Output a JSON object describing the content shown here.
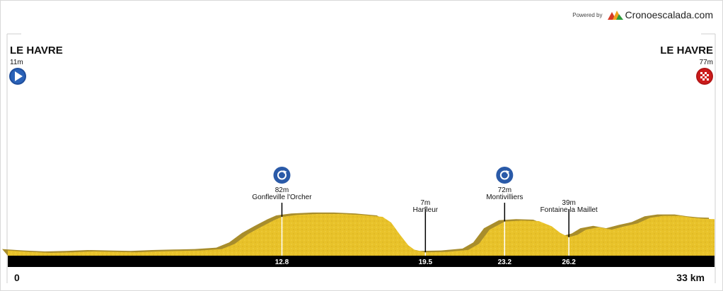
{
  "powered": {
    "text": "Powered by",
    "brand": "Cronoescalada.com"
  },
  "chart_data": {
    "type": "area",
    "xlim": [
      0,
      33
    ],
    "ylim": [
      0,
      450
    ],
    "x_unit": "km",
    "start": {
      "name": "LE HAVRE",
      "alt": "11m",
      "icon": "start-arrow-icon"
    },
    "finish": {
      "name": "LE HAVRE",
      "alt": "77m",
      "icon": "checkered-flag-icon"
    },
    "x_labels": {
      "start": "0",
      "end": "33 km"
    },
    "profile": [
      [
        0,
        11
      ],
      [
        1,
        8
      ],
      [
        2,
        6
      ],
      [
        3,
        7
      ],
      [
        4,
        9
      ],
      [
        5,
        8
      ],
      [
        6,
        7
      ],
      [
        7,
        9
      ],
      [
        8,
        10
      ],
      [
        9,
        11
      ],
      [
        10,
        14
      ],
      [
        10.6,
        25
      ],
      [
        11.2,
        45
      ],
      [
        11.8,
        60
      ],
      [
        12.4,
        74
      ],
      [
        12.8,
        82
      ],
      [
        13.5,
        86
      ],
      [
        14.5,
        88
      ],
      [
        15.5,
        88
      ],
      [
        16.5,
        86
      ],
      [
        17.5,
        82
      ],
      [
        17.9,
        70
      ],
      [
        18.3,
        45
      ],
      [
        18.7,
        22
      ],
      [
        19.0,
        12
      ],
      [
        19.5,
        7
      ],
      [
        20.5,
        8
      ],
      [
        21.5,
        12
      ],
      [
        22.0,
        25
      ],
      [
        22.5,
        55
      ],
      [
        23.2,
        72
      ],
      [
        24.0,
        74
      ],
      [
        24.8,
        73
      ],
      [
        25.4,
        62
      ],
      [
        25.8,
        48
      ],
      [
        26.2,
        39
      ],
      [
        26.6,
        44
      ],
      [
        27.0,
        55
      ],
      [
        27.6,
        60
      ],
      [
        28.2,
        55
      ],
      [
        28.8,
        62
      ],
      [
        29.4,
        68
      ],
      [
        30.0,
        80
      ],
      [
        30.6,
        84
      ],
      [
        31.4,
        84
      ],
      [
        32.0,
        80
      ],
      [
        32.5,
        78
      ],
      [
        33,
        77
      ]
    ],
    "points": [
      {
        "km": 12.8,
        "km_label": "12.8",
        "alt": 82,
        "alt_label": "82m",
        "name": "Gonfleville l'Orcher",
        "icon": "roundabout-icon"
      },
      {
        "km": 19.5,
        "km_label": "19.5",
        "alt": 7,
        "alt_label": "7m",
        "name": "Harfleur",
        "icon": ""
      },
      {
        "km": 23.2,
        "km_label": "23.2",
        "alt": 72,
        "alt_label": "72m",
        "name": "Montivilliers",
        "icon": "roundabout-icon"
      },
      {
        "km": 26.2,
        "km_label": "26.2",
        "alt": 39,
        "alt_label": "39m",
        "name": "Fontaine la Maillet",
        "icon": ""
      }
    ],
    "colors": {
      "fill": "#e8c22a",
      "fill_dark": "#a88d2c",
      "bar": "#000000",
      "start_icon": "#1f4e9c",
      "finish_icon": "#cc1b1b",
      "point_icon": "#2a5aa8"
    }
  }
}
